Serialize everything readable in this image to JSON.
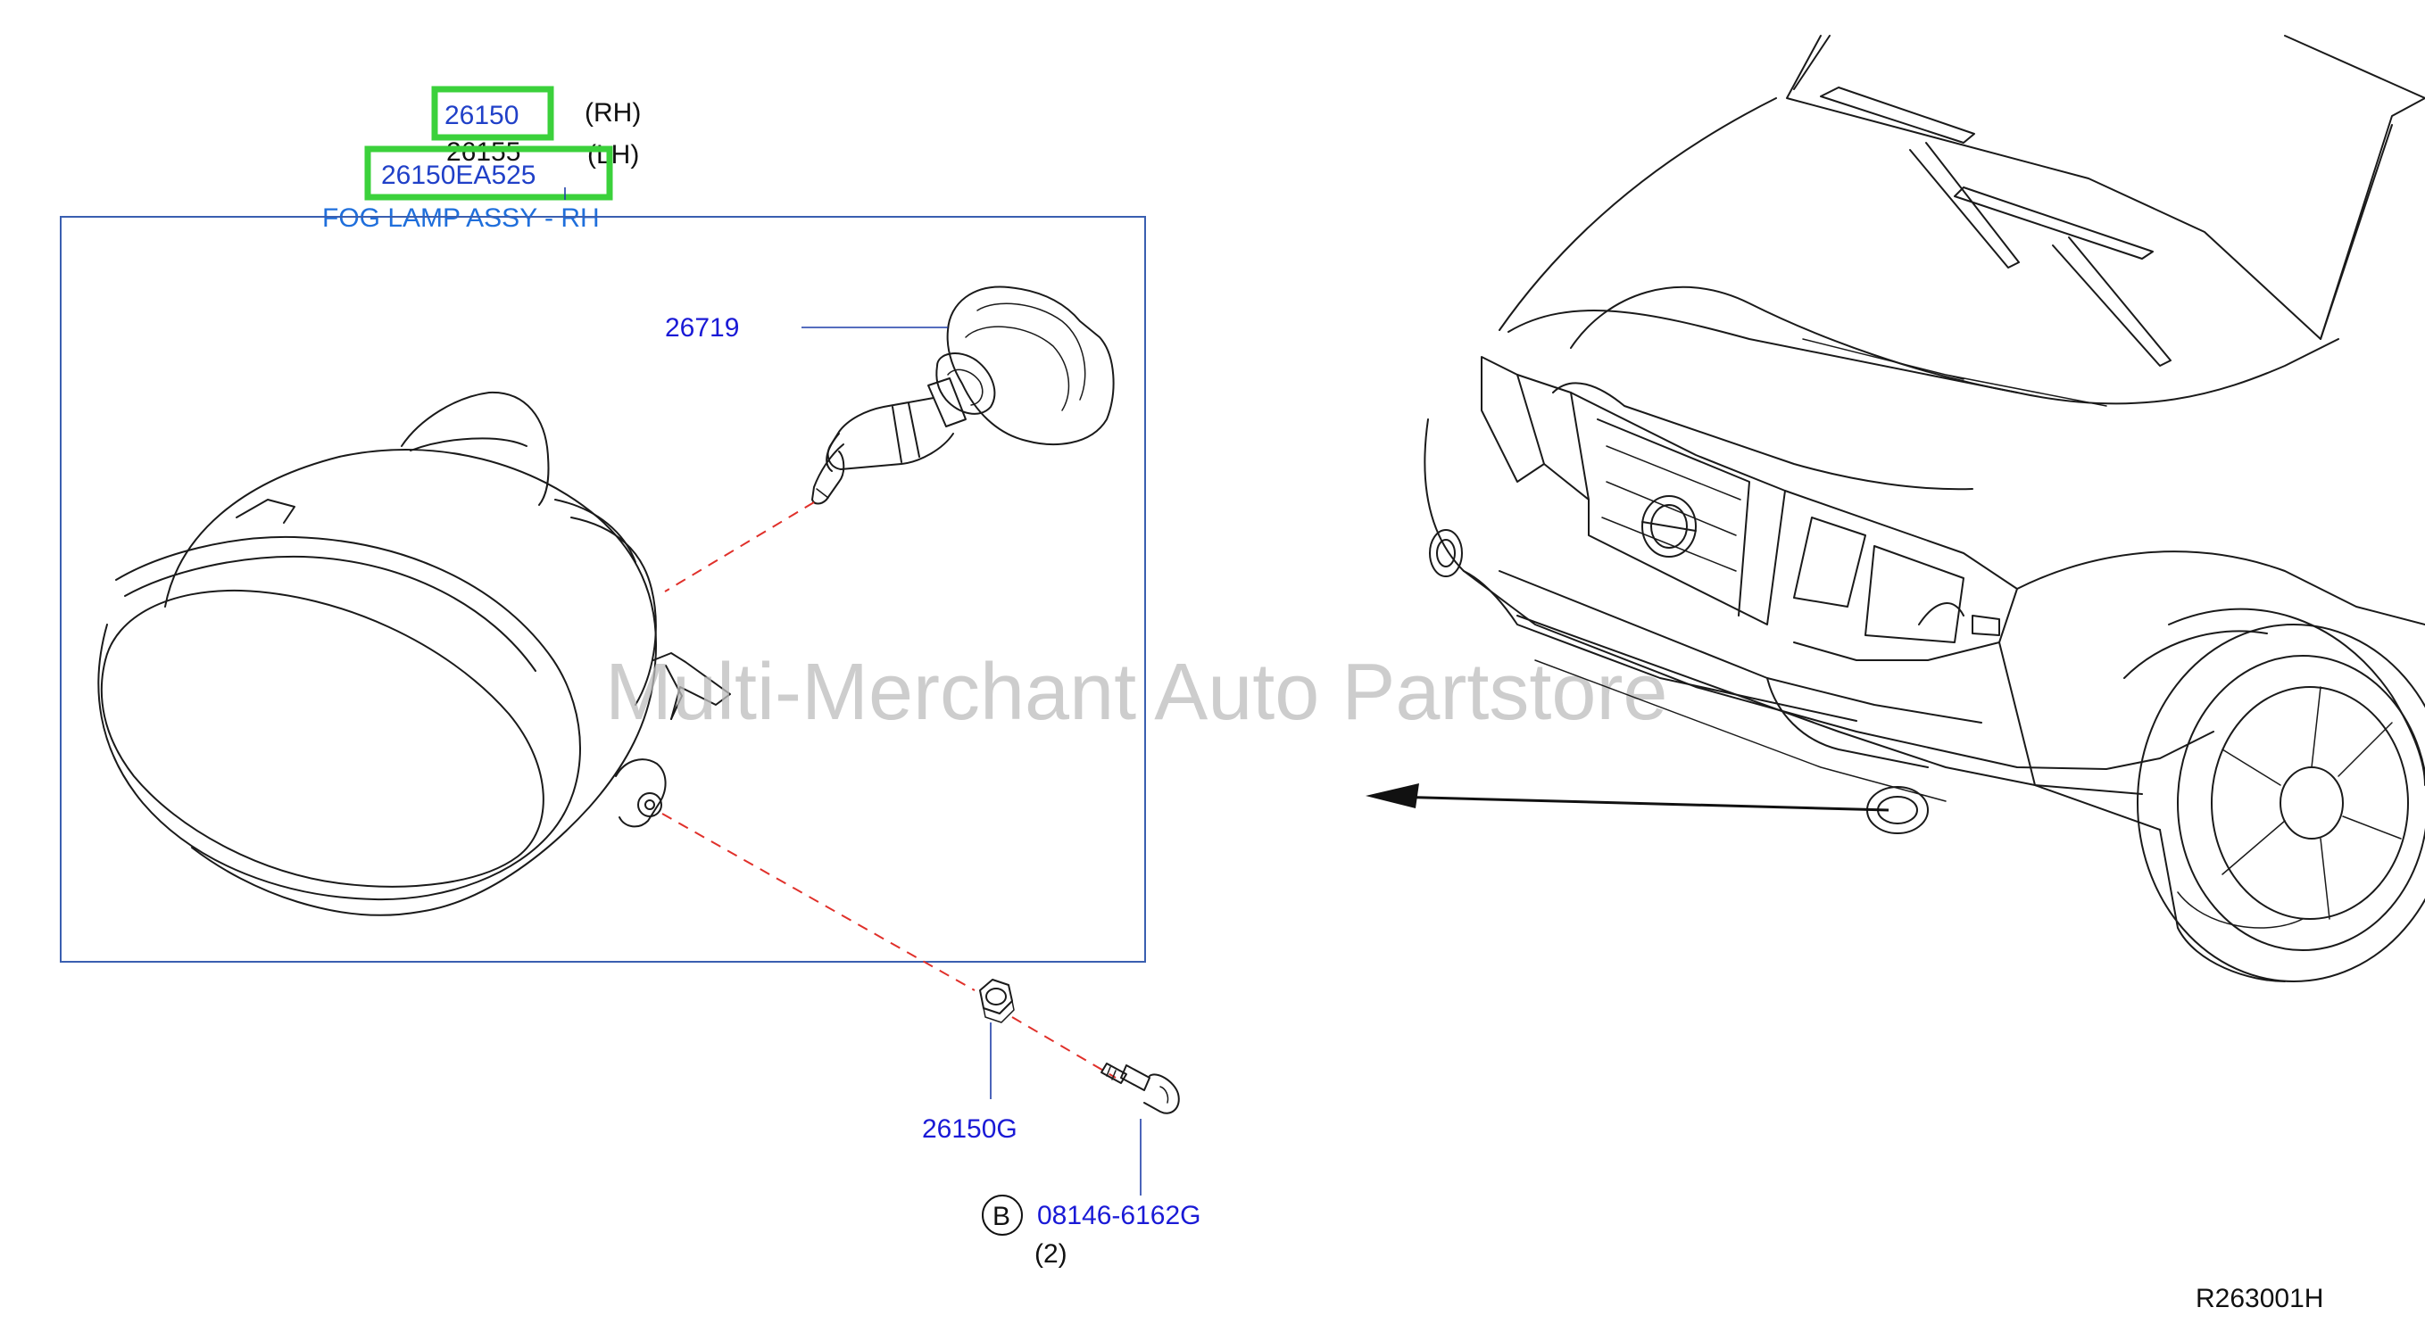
{
  "header": {
    "rh_part": "26150",
    "rh_side": "(RH)",
    "lh_part": "26155",
    "lh_side": "(LH)",
    "oem_part": "26150EA525",
    "assembly_title": "FOG LAMP ASSY - RH"
  },
  "callouts": {
    "bulb": "26719",
    "nut": "26150G",
    "bolt_badge": "B",
    "bolt": "08146-6162G",
    "bolt_qty": "(2)"
  },
  "watermark": "Multi-Merchant Auto Partstore",
  "diagram_ref": "R263001H",
  "colors": {
    "callout_text": "#1a1ad6",
    "assembly_title": "#1f6fdc",
    "highlight_border": "#3bd13b",
    "assembly_box": "#3a5fb0",
    "dashed_leader": "#e0302a"
  }
}
